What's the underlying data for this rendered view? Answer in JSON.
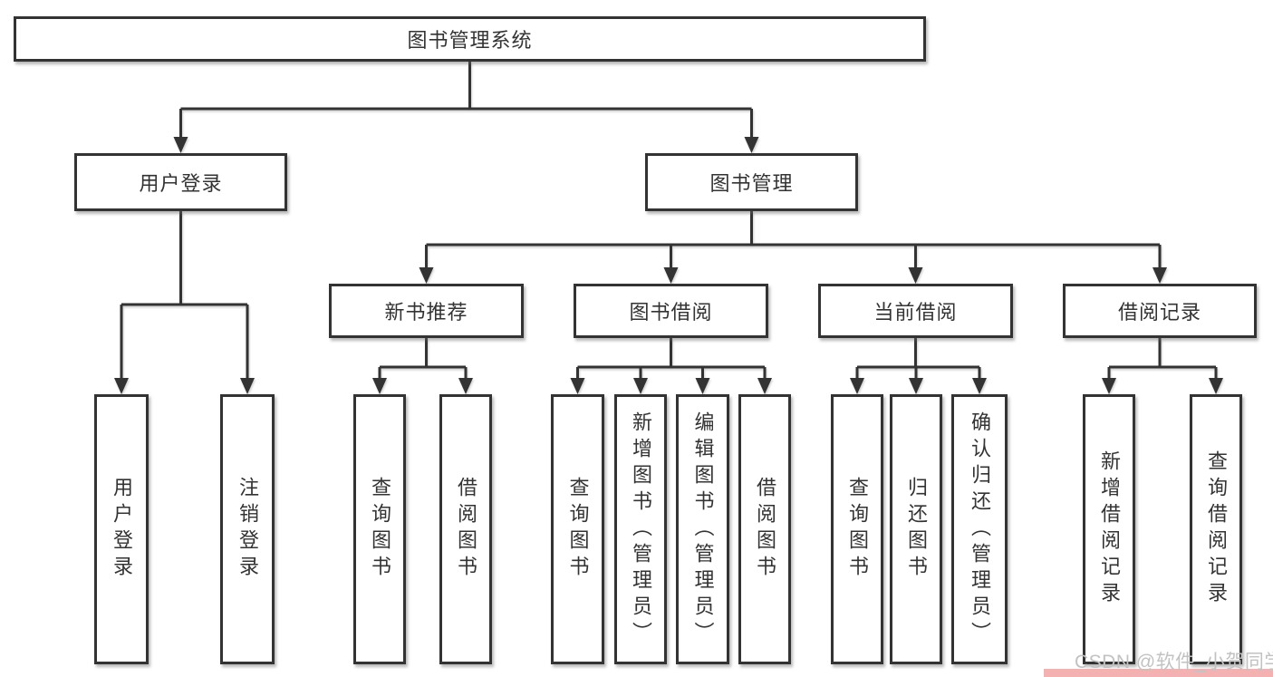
{
  "tree": {
    "root": {
      "label": "图书管理系统"
    },
    "branches": [
      {
        "label": "用户登录",
        "children": [
          {
            "label": "用户登录"
          },
          {
            "label": "注销登录"
          }
        ]
      },
      {
        "label": "图书管理",
        "children": [
          {
            "label": "新书推荐",
            "children": [
              {
                "label": "查询图书"
              },
              {
                "label": "借阅图书"
              }
            ]
          },
          {
            "label": "图书借阅",
            "children": [
              {
                "label": "查询图书"
              },
              {
                "label": "新增图书（管理员）"
              },
              {
                "label": "编辑图书（管理员）"
              },
              {
                "label": "借阅图书"
              }
            ]
          },
          {
            "label": "当前借阅",
            "children": [
              {
                "label": "查询图书"
              },
              {
                "label": "归还图书"
              },
              {
                "label": "确认归还（管理员）"
              }
            ]
          },
          {
            "label": "借阅记录",
            "children": [
              {
                "label": "新增借阅记录"
              },
              {
                "label": "查询借阅记录"
              }
            ]
          }
        ]
      }
    ]
  },
  "watermark": {
    "text": "CSDN @软件_小贺同学"
  },
  "colors": {
    "line": "#333333",
    "box_border": "#333333",
    "text": "#333333",
    "background": "#ffffff",
    "watermark_text": "#c2c2c2",
    "watermark_accent": "#f3b1b1"
  }
}
